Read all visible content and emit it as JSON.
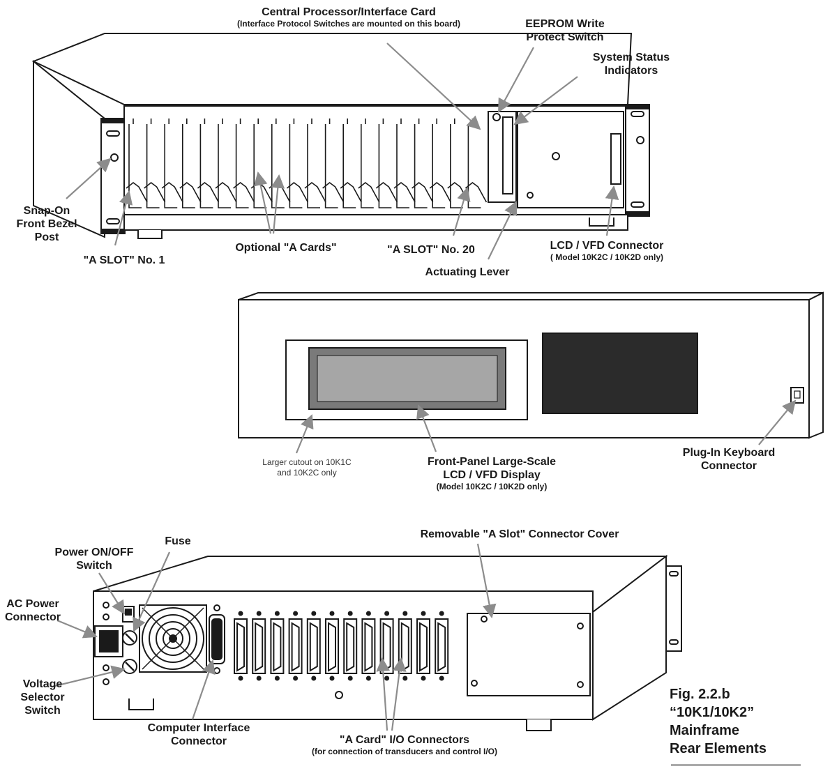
{
  "labels": {
    "central_processor": "Central Processor/Interface Card",
    "central_processor_note": "(Interface Protocol Switches are mounted on this board)",
    "eeprom_line1": "EEPROM Write",
    "eeprom_line2": "Protect Switch",
    "status_line1": "System Status",
    "status_line2": "Indicators",
    "bezel_line1": "Snap-On",
    "bezel_line2": "Front Bezel",
    "bezel_line3": "Post",
    "optional_cards": "Optional \"A Cards\"",
    "slot_20": "\"A SLOT\" No. 20",
    "slot_1": "\"A SLOT\" No. 1",
    "actuating_lever": "Actuating Lever",
    "lcd_connector": "LCD / VFD Connector",
    "lcd_connector_note": "( Model 10K2C / 10K2D only)",
    "cutout_line1": "Larger cutout on 10K1C",
    "cutout_line2": "and 10K2C only",
    "display_line1": "Front-Panel Large-Scale",
    "display_line2": "LCD / VFD Display",
    "display_note": "(Model 10K2C / 10K2D only)",
    "keyboard_line1": "Plug-In Keyboard",
    "keyboard_line2": "Connector",
    "removable_cover": "Removable \"A Slot\" Connector Cover",
    "fuse": "Fuse",
    "power_line1": "Power ON/OFF",
    "power_line2": "Switch",
    "ac_line1": "AC Power",
    "ac_line2": "Connector",
    "voltage_line1": "Voltage",
    "voltage_line2": "Selector",
    "voltage_line3": "Switch",
    "computer_line1": "Computer Interface",
    "computer_line2": "Connector",
    "io_connectors": "\"A Card\" I/O Connectors",
    "io_note": "(for connection of transducers and control I/O)"
  },
  "caption": {
    "line1": "Fig. 2.2.b",
    "line2": "“10K1/10K2”",
    "line3": "Mainframe",
    "line4": "Rear Elements"
  },
  "counts": {
    "front_slots": 20,
    "rear_io_connectors": 12
  },
  "colors": {
    "ink": "#1a1a1a",
    "display_window": "#a6a6a6",
    "dark_panel": "#2b2b2b",
    "arrow": "#8c8c8c"
  }
}
